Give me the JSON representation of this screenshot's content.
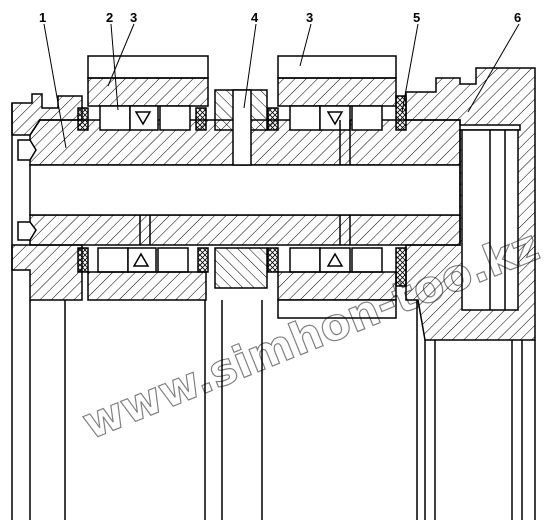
{
  "callouts": [
    "1",
    "2",
    "3",
    "4",
    "3",
    "5",
    "6"
  ],
  "watermark": "www.simhon-too.kz",
  "colors": {
    "line": "#000000",
    "hatch": "#000000",
    "background": "#ffffff"
  }
}
